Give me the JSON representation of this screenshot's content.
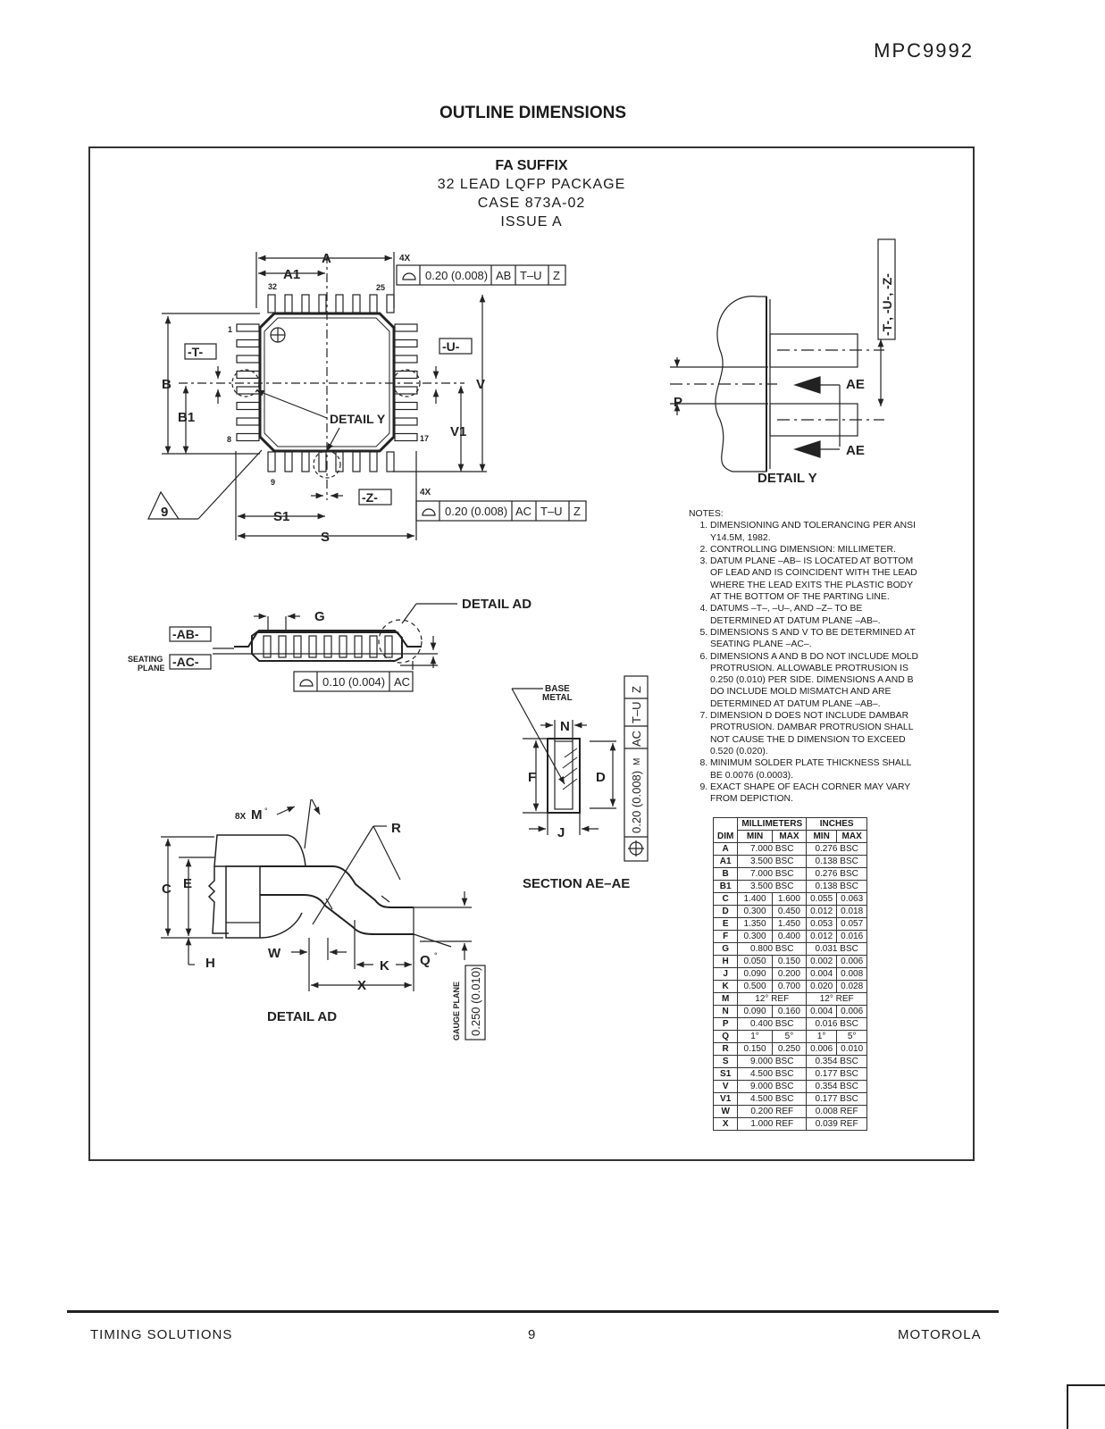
{
  "header": {
    "part_number": "MPC9992"
  },
  "section_title": "OUTLINE DIMENSIONS",
  "package": {
    "suffix": "FA SUFFIX",
    "description": "32 LEAD LQFP PACKAGE",
    "case": "CASE 873A-02",
    "issue": "ISSUE A"
  },
  "labels": {
    "A": "A",
    "A1": "A1",
    "B": "B",
    "B1": "B1",
    "V": "V",
    "V1": "V1",
    "S": "S",
    "S1": "S1",
    "G": "G",
    "P": "P",
    "AE": "AE",
    "N": "N",
    "F": "F",
    "D": "D",
    "J": "J",
    "C": "C",
    "E": "E",
    "H": "H",
    "W": "W",
    "K": "K",
    "X": "X",
    "Q": "Q",
    "R": "R",
    "M": "M",
    "pin32": "32",
    "pin25": "25",
    "pin1": "1",
    "pin8": "8",
    "pin9": "9",
    "pin17": "17",
    "T": "-T-",
    "U": "-U-",
    "Z": "-Z-",
    "AB": "-AB-",
    "AC": "-AC-",
    "nine": "9",
    "x4": "4X",
    "x8": "8X",
    "detail_y": "DETAIL Y",
    "detail_ad": "DETAIL AD",
    "seating_plane": "SEATING PLANE",
    "base_metal": "BASE METAL",
    "section_ae": "SECTION AE–AE",
    "gauge_plane": "GAUGE PLANE",
    "gauge_value": "0.250 (0.010)",
    "tuz": "-T-, -U-, -Z-",
    "fcf1": [
      "0.20 (0.008)",
      "AB",
      "T–U",
      "Z"
    ],
    "fcf2": [
      "0.20 (0.008)",
      "AC",
      "T–U",
      "Z"
    ],
    "fcf3": [
      "0.10 (0.004)",
      "AC"
    ],
    "fcf4": [
      "0.20 (0.008)",
      "M",
      "AC",
      "T–U",
      "Z"
    ]
  },
  "notes": {
    "heading": "NOTES:",
    "items": [
      "DIMENSIONING AND TOLERANCING PER ANSI Y14.5M, 1982.",
      "CONTROLLING DIMENSION: MILLIMETER.",
      "DATUM PLANE –AB– IS LOCATED AT BOTTOM OF LEAD AND IS COINCIDENT WITH THE LEAD WHERE THE LEAD EXITS THE PLASTIC BODY AT THE BOTTOM OF THE PARTING LINE.",
      "DATUMS –T–, –U–, AND –Z– TO BE DETERMINED AT DATUM PLANE –AB–.",
      "DIMENSIONS S AND V TO BE DETERMINED AT SEATING PLANE –AC–.",
      "DIMENSIONS A AND B DO NOT INCLUDE MOLD PROTRUSION. ALLOWABLE PROTRUSION IS 0.250 (0.010) PER SIDE. DIMENSIONS A AND B DO INCLUDE MOLD MISMATCH AND ARE DETERMINED AT DATUM PLANE –AB–.",
      "DIMENSION D DOES NOT INCLUDE DAMBAR PROTRUSION. DAMBAR PROTRUSION SHALL NOT CAUSE THE D DIMENSION TO EXCEED 0.520 (0.020).",
      "MINIMUM SOLDER PLATE THICKNESS SHALL BE 0.0076 (0.0003).",
      "EXACT SHAPE OF EACH CORNER MAY VARY FROM DEPICTION."
    ]
  },
  "dim_table": {
    "group_mm": "MILLIMETERS",
    "group_in": "INCHES",
    "col_dim": "DIM",
    "col_min": "MIN",
    "col_max": "MAX",
    "rows": [
      {
        "dim": "A",
        "mm": "7.000 BSC",
        "in": "0.276 BSC"
      },
      {
        "dim": "A1",
        "mm": "3.500 BSC",
        "in": "0.138 BSC"
      },
      {
        "dim": "B",
        "mm": "7.000 BSC",
        "in": "0.276 BSC"
      },
      {
        "dim": "B1",
        "mm": "3.500 BSC",
        "in": "0.138 BSC"
      },
      {
        "dim": "C",
        "mm_min": "1.400",
        "mm_max": "1.600",
        "in_min": "0.055",
        "in_max": "0.063"
      },
      {
        "dim": "D",
        "mm_min": "0.300",
        "mm_max": "0.450",
        "in_min": "0.012",
        "in_max": "0.018"
      },
      {
        "dim": "E",
        "mm_min": "1.350",
        "mm_max": "1.450",
        "in_min": "0.053",
        "in_max": "0.057"
      },
      {
        "dim": "F",
        "mm_min": "0.300",
        "mm_max": "0.400",
        "in_min": "0.012",
        "in_max": "0.016"
      },
      {
        "dim": "G",
        "mm": "0.800 BSC",
        "in": "0.031 BSC"
      },
      {
        "dim": "H",
        "mm_min": "0.050",
        "mm_max": "0.150",
        "in_min": "0.002",
        "in_max": "0.006"
      },
      {
        "dim": "J",
        "mm_min": "0.090",
        "mm_max": "0.200",
        "in_min": "0.004",
        "in_max": "0.008"
      },
      {
        "dim": "K",
        "mm_min": "0.500",
        "mm_max": "0.700",
        "in_min": "0.020",
        "in_max": "0.028"
      },
      {
        "dim": "M",
        "mm": "12° REF",
        "in": "12° REF"
      },
      {
        "dim": "N",
        "mm_min": "0.090",
        "mm_max": "0.160",
        "in_min": "0.004",
        "in_max": "0.006"
      },
      {
        "dim": "P",
        "mm": "0.400 BSC",
        "in": "0.016 BSC"
      },
      {
        "dim": "Q",
        "mm_min": "1°",
        "mm_max": "5°",
        "in_min": "1°",
        "in_max": "5°"
      },
      {
        "dim": "R",
        "mm_min": "0.150",
        "mm_max": "0.250",
        "in_min": "0.006",
        "in_max": "0.010"
      },
      {
        "dim": "S",
        "mm": "9.000 BSC",
        "in": "0.354 BSC"
      },
      {
        "dim": "S1",
        "mm": "4.500 BSC",
        "in": "0.177 BSC"
      },
      {
        "dim": "V",
        "mm": "9.000 BSC",
        "in": "0.354 BSC"
      },
      {
        "dim": "V1",
        "mm": "4.500 BSC",
        "in": "0.177 BSC"
      },
      {
        "dim": "W",
        "mm": "0.200 REF",
        "in": "0.008 REF"
      },
      {
        "dim": "X",
        "mm": "1.000 REF",
        "in": "0.039 REF"
      }
    ]
  },
  "footer": {
    "left": "TIMING SOLUTIONS",
    "page": "9",
    "right": "MOTOROLA"
  }
}
